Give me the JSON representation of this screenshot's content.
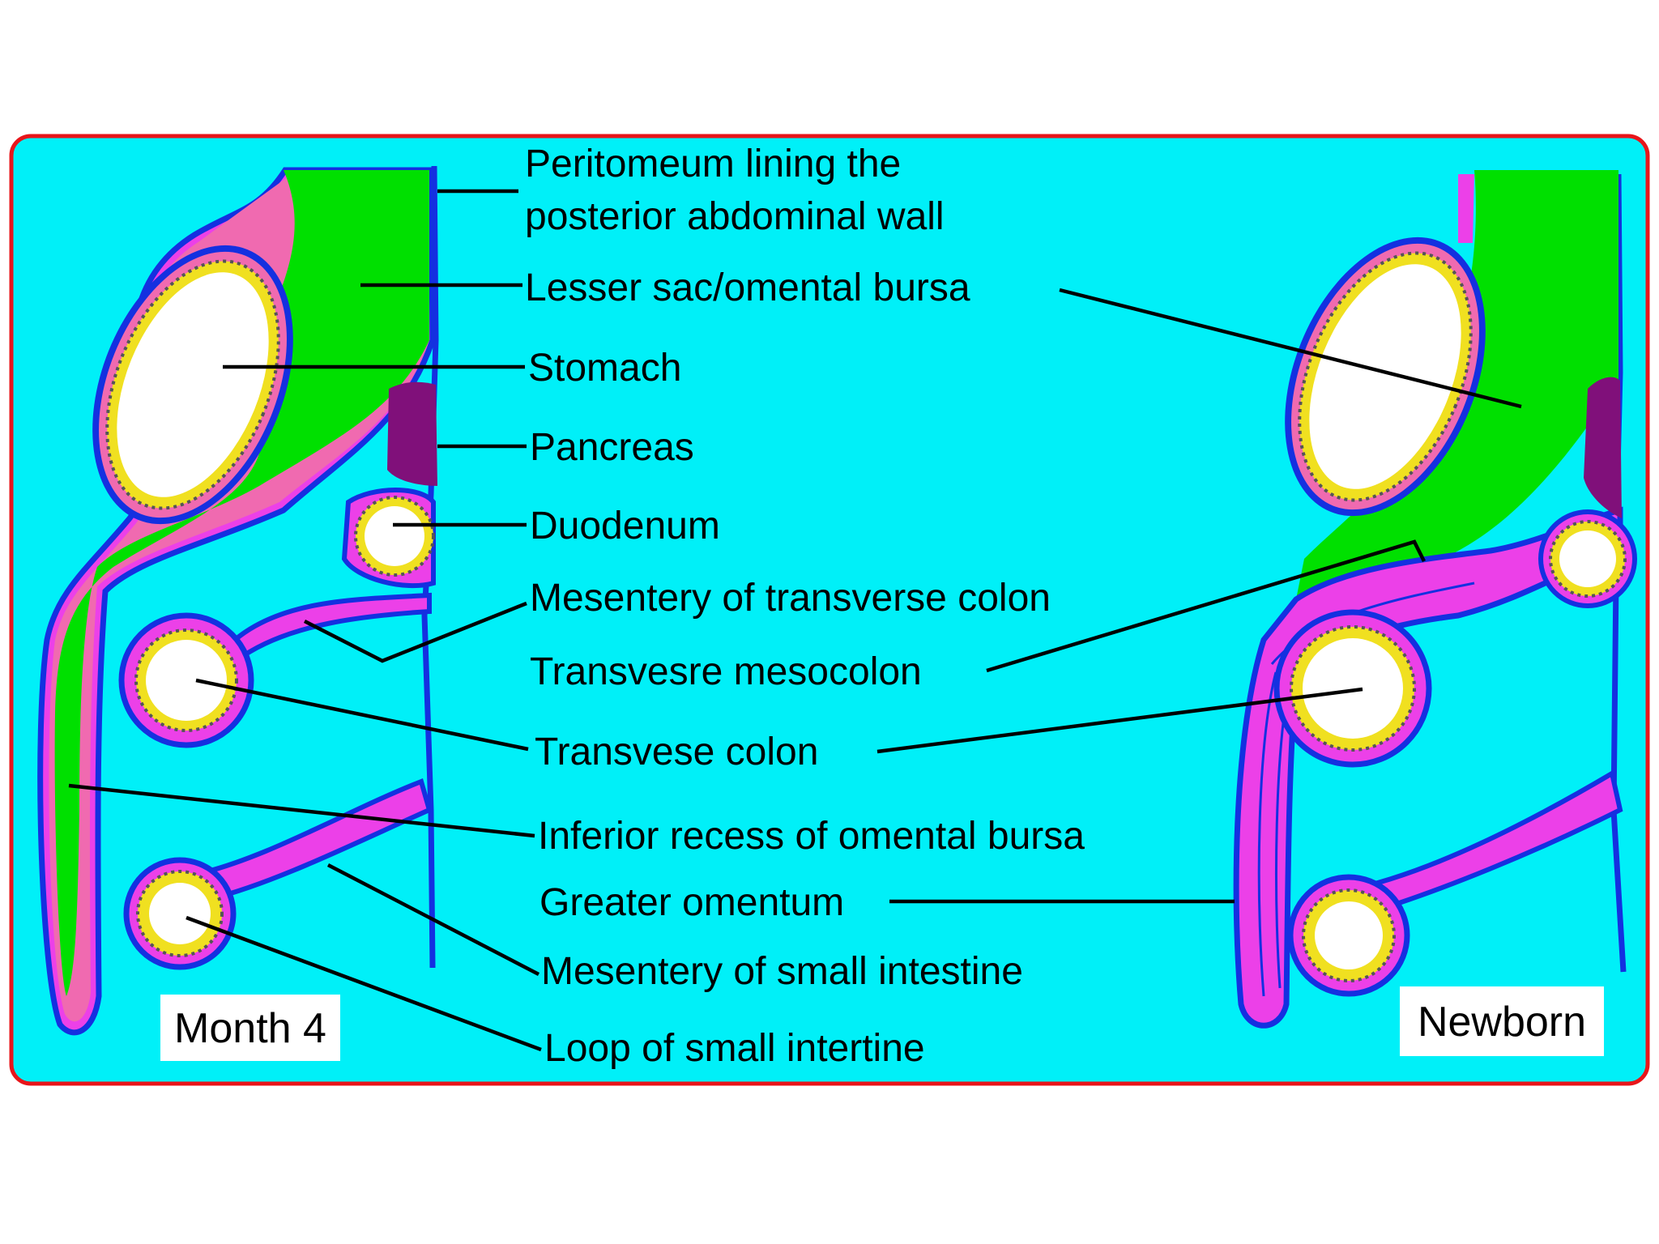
{
  "labels": {
    "peritoneum_line1": "Peritomeum lining the",
    "peritoneum_line2": "posterior abdominal wall",
    "lesser_sac": "Lesser sac/omental bursa",
    "stomach": "Stomach",
    "pancreas": "Pancreas",
    "duodenum": "Duodenum",
    "mesentery_transverse_colon": "Mesentery of transverse colon",
    "transverse_mesocolon": "Transvesre mesocolon",
    "transverse_colon": "Transvese colon",
    "inferior_recess": "Inferior recess of omental bursa",
    "greater_omentum": "Greater omentum",
    "mesentery_small_intestine": "Mesentery of small intestine",
    "loop_small_intestine": "Loop of small intertine"
  },
  "stages": {
    "left": "Month 4",
    "right": "Newborn"
  },
  "colors": {
    "background": "#00f0f8",
    "frame": "#e8161b",
    "lesser_sac": "#00e000",
    "peritoneum_line": "#1430e0",
    "mesentery": "#ec40e8",
    "pancreas": "#80107a",
    "mucosa": "#f0e020",
    "lumen": "#ffffff"
  }
}
